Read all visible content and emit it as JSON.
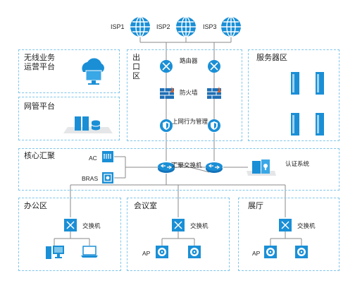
{
  "isps": [
    "ISP1",
    "ISP2",
    "ISP3"
  ],
  "zones": {
    "wireless_ops": "无线业务\n运营平台",
    "netmgmt": "网管平台",
    "exit": "出\n口\n区",
    "server": "服务器区",
    "core": "核心汇聚",
    "office": "办公区",
    "meeting": "会议室",
    "hall": "展厅"
  },
  "labels": {
    "router": "路由器",
    "firewall": "防火墙",
    "behavior_mgmt": "上网行为管理",
    "agg_switch": "汇聚交换机",
    "ac": "AC",
    "bras": "BRAS",
    "auth": "认证系统",
    "switch": "交换机",
    "ap": "AP"
  },
  "colors": {
    "accent": "#1a8fd6",
    "zone_border": "#7fc6ea",
    "firewall": "#1f6fb5",
    "firewall_flame": "#e85d1a"
  }
}
